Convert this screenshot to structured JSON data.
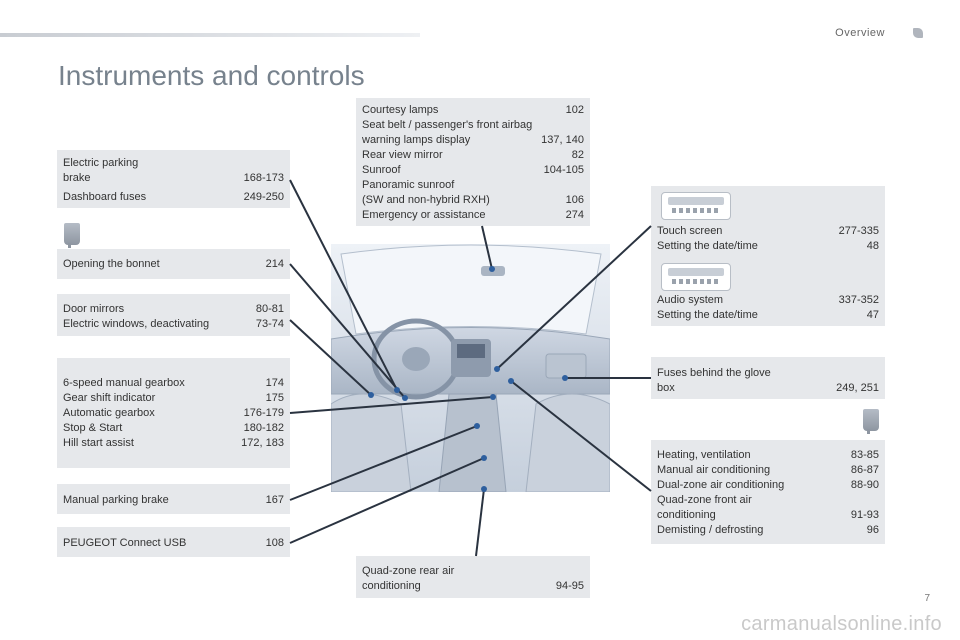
{
  "header": {
    "section": "Overview"
  },
  "page_title": "Instruments and controls",
  "page_number": "7",
  "watermark": "carmanualsonline.info",
  "boxes": {
    "parking": [
      {
        "label": "Electric parking\n   brake",
        "page": "168-173"
      },
      {
        "label": "Dashboard fuses",
        "page": "249-250"
      }
    ],
    "bonnet": [
      {
        "label": "Opening the bonnet",
        "page": "214"
      }
    ],
    "mirrors": [
      {
        "label": "Door mirrors",
        "page": "80-81"
      },
      {
        "label": "Electric windows, deactivating",
        "page": "73-74"
      }
    ],
    "gearbox": [
      {
        "label": "6-speed manual gearbox",
        "page": "174"
      },
      {
        "label": "Gear shift indicator",
        "page": "175"
      },
      {
        "label": "Automatic gearbox",
        "page": "176-179"
      },
      {
        "label": "Stop & Start",
        "page": "180-182"
      },
      {
        "label": "Hill start assist",
        "page": "172, 183"
      }
    ],
    "manual_brake": [
      {
        "label": "Manual parking brake",
        "page": "167"
      }
    ],
    "usb": [
      {
        "label": "PEUGEOT Connect USB",
        "page": "108"
      }
    ],
    "top": [
      {
        "label": "Courtesy lamps",
        "page": "102"
      },
      {
        "label": "Seat belt / passenger's front airbag\n   warning lamps display",
        "page": "137, 140"
      },
      {
        "label": "Rear view mirror",
        "page": "82"
      },
      {
        "label": "Sunroof",
        "page": "104-105"
      },
      {
        "label": "Panoramic sunroof\n   (SW and non-hybrid RXH)",
        "page": "106"
      },
      {
        "label": "Emergency or assistance",
        "page": "274"
      }
    ],
    "rear_air": [
      {
        "label": "Quad-zone rear air\n   conditioning",
        "page": "94-95"
      }
    ],
    "touch": [
      {
        "label": "Touch screen",
        "page": "277-335"
      },
      {
        "label": "Setting the date/time",
        "page": "48"
      }
    ],
    "audio": [
      {
        "label": "Audio system",
        "page": "337-352"
      },
      {
        "label": "Setting the date/time",
        "page": "47"
      }
    ],
    "glovebox": [
      {
        "label": "Fuses behind the glove\n   box",
        "page": "249, 251"
      }
    ],
    "heating": [
      {
        "label": "Heating, ventilation",
        "page": "83-85"
      },
      {
        "label": "Manual air conditioning",
        "page": "86-87"
      },
      {
        "label": "Dual-zone air conditioning",
        "page": "88-90"
      },
      {
        "label": "Quad-zone front air\n   conditioning",
        "page": "91-93"
      },
      {
        "label": "Demisting / defrosting",
        "page": "96"
      }
    ]
  },
  "icons": {
    "fuse_left": "fuse-icon",
    "fuse_right": "fuse-icon",
    "touch_unit": "touch-screen-unit-icon",
    "audio_unit": "audio-unit-icon"
  },
  "colors": {
    "box_bg": "#e6e8eb",
    "title": "#77828d",
    "leader_line": "#2a3340",
    "leader_dot": "#2e5f9e"
  }
}
